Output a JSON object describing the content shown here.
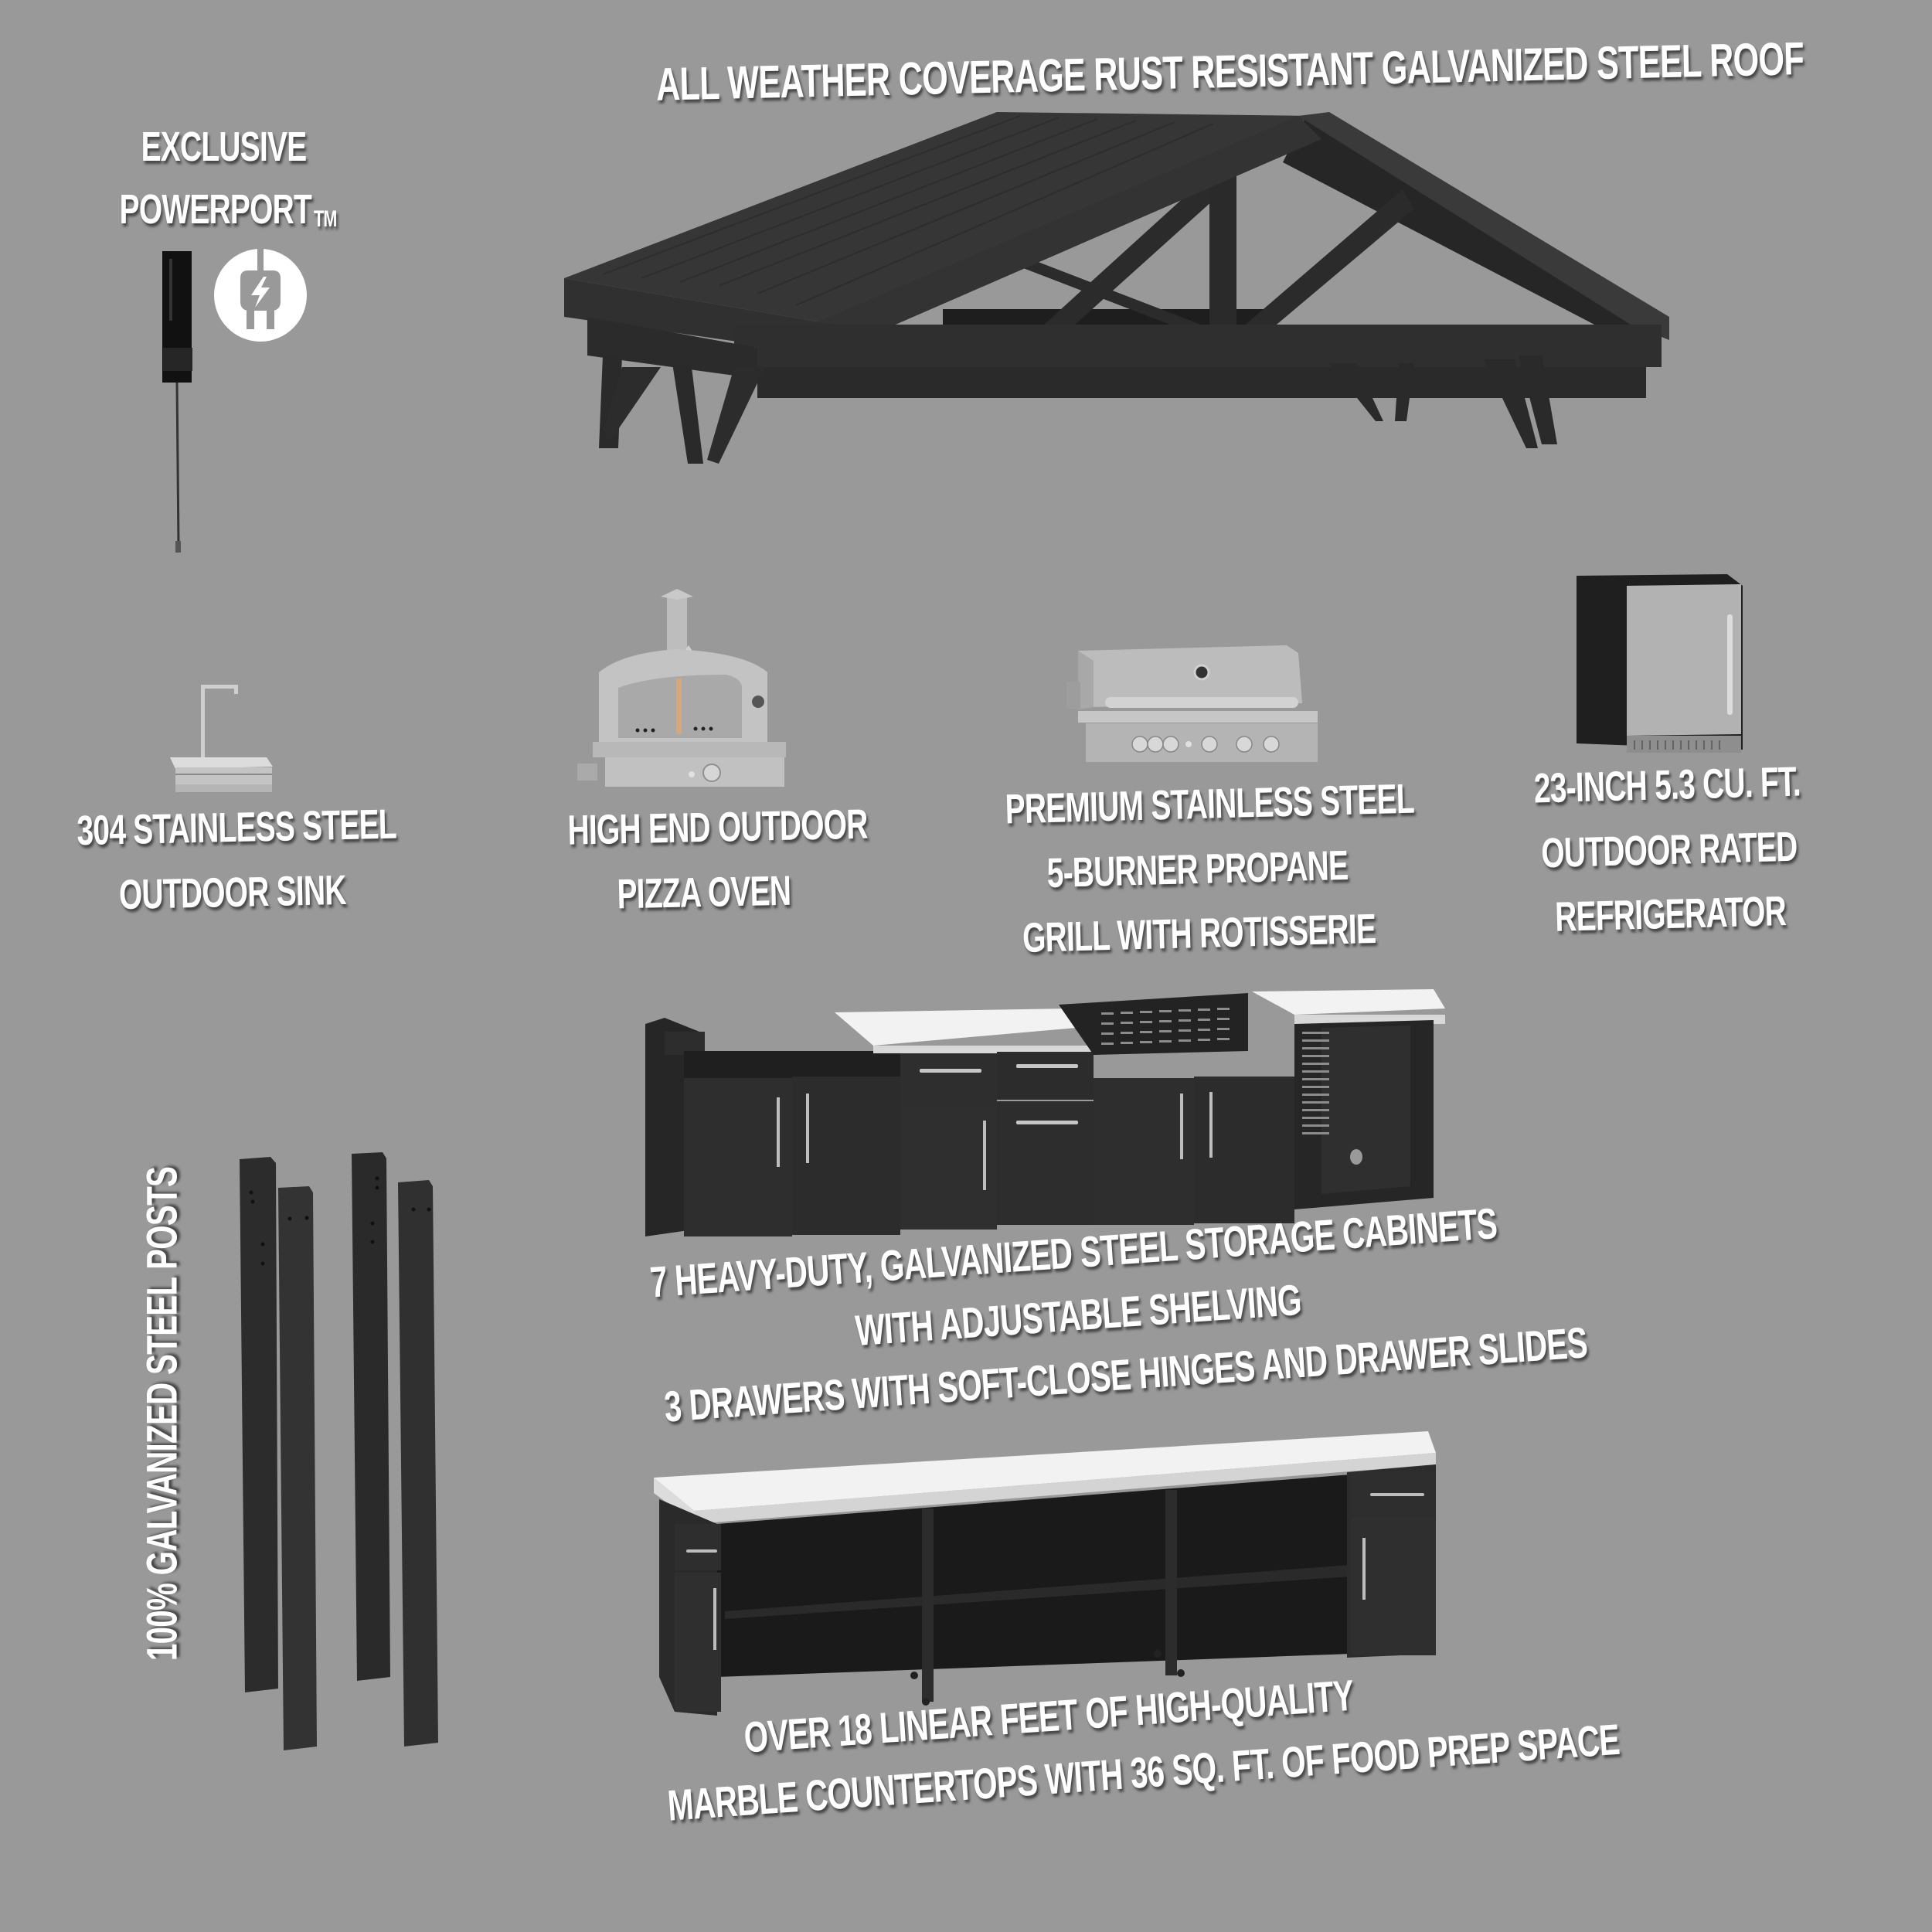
{
  "colors": {
    "background": "#999999",
    "text": "#ffffff",
    "steel_dark": "#2e2e2e",
    "steel_black": "#1c1c1c",
    "stainless": "#b9b9b9",
    "countertop": "#f2f2f2"
  },
  "roof": {
    "label": "ALL WEATHER COVERAGE RUST RESISTANT GALVANIZED STEEL ROOF",
    "icon": "gable-roof-icon"
  },
  "powerport": {
    "label_lines": [
      "EXCLUSIVE",
      "POWERPORT"
    ],
    "trademark": "TM",
    "icon": "plug-lightning-icon",
    "device_icon": "power-outlet-device-icon"
  },
  "sink": {
    "label_lines": [
      "304 STAINLESS STEEL",
      "OUTDOOR SINK"
    ],
    "icon": "sink-icon"
  },
  "pizza_oven": {
    "label_lines": [
      "HIGH END OUTDOOR",
      "PIZZA OVEN"
    ],
    "icon": "pizza-oven-icon"
  },
  "grill": {
    "label_lines": [
      "PREMIUM STAINLESS STEEL",
      "5-BURNER PROPANE",
      "GRILL WITH ROTISSERIE"
    ],
    "icon": "grill-icon"
  },
  "refrigerator": {
    "label_lines": [
      "23-INCH 5.3 CU. FT.",
      "OUTDOOR RATED",
      "REFRIGERATOR"
    ],
    "icon": "refrigerator-icon"
  },
  "cabinets": {
    "label_lines": [
      "7 HEAVY-DUTY, GALVANIZED STEEL STORAGE CABINETS",
      "WITH ADJUSTABLE SHELVING",
      "3 DRAWERS WITH SOFT-CLOSE HINGES AND DRAWER SLIDES"
    ],
    "icon": "cabinet-run-icon"
  },
  "posts": {
    "label": "100% GALVANIZED STEEL POSTS",
    "count": 4,
    "icon": "steel-post-icon"
  },
  "countertop": {
    "label_lines": [
      "OVER 18 LINEAR FEET OF HIGH-QUALITY",
      "MARBLE COUNTERTOPS WITH 36 SQ. FT. OF FOOD PREP SPACE"
    ],
    "icon": "bar-counter-icon"
  }
}
